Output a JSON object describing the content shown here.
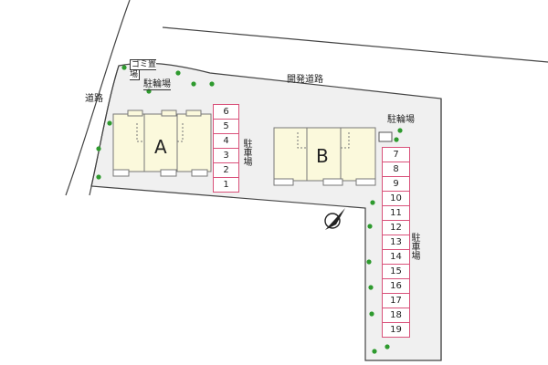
{
  "colors": {
    "road_stroke": "#444444",
    "site_fill": "#f0f0f0",
    "building_fill": "#fbf9dc",
    "building_stroke": "#777777",
    "parking_border": "#d9517a",
    "tree_dot": "#2e9a2e"
  },
  "labels": {
    "road_left": "道路",
    "road_top": "開発道路",
    "garbage": "ゴミ置場",
    "bike_parking_left": "駐輪場",
    "bike_parking_right": "駐輪場",
    "parking_left": "駐車場",
    "parking_right": "駐車場"
  },
  "buildings": [
    {
      "id": "A",
      "label": "A"
    },
    {
      "id": "B",
      "label": "B"
    }
  ],
  "parking_left_slots": [
    "6",
    "5",
    "4",
    "3",
    "2",
    "1"
  ],
  "parking_right_slots": [
    "7",
    "8",
    "9",
    "10",
    "11",
    "12",
    "13",
    "14",
    "15",
    "16",
    "17",
    "18",
    "19"
  ],
  "icons": {
    "north": "north-arrow-icon",
    "tree": "tree-dot-icon",
    "bike_rack": "bike-rack-icon"
  }
}
